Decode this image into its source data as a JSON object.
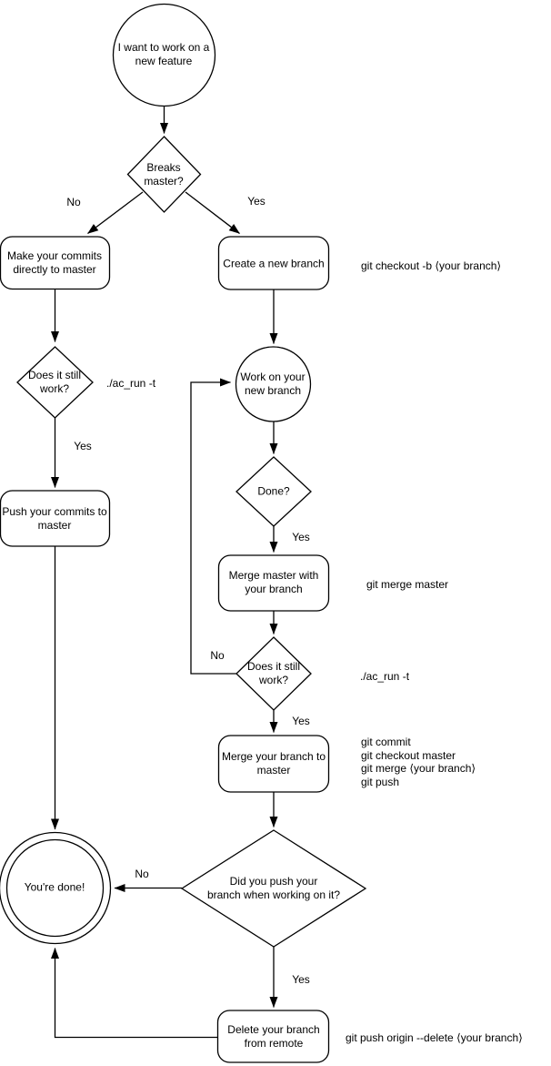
{
  "nodes": {
    "start": "I want to work on a\nnew feature",
    "breaks_master": "Breaks\nmaster?",
    "make_commits": "Make your commits\ndirectly to master",
    "create_branch": "Create a new branch",
    "still_work_left": "Does it still\nwork?",
    "push_commits": "Push your commits to\nmaster",
    "work_branch": "Work on your\nnew branch",
    "done_q": "Done?",
    "merge_master": "Merge master with\nyour branch",
    "still_work_mid": "Does it still\nwork?",
    "merge_branch": "Merge your branch to\nmaster",
    "did_push": "Did you push your\nbranch when working on it?",
    "youre_done": "You're done!",
    "delete_remote": "Delete your branch\nfrom remote"
  },
  "edge_labels": {
    "breaks_no": "No",
    "breaks_yes": "Yes",
    "still_left_yes": "Yes",
    "done_yes": "Yes",
    "still_mid_no": "No",
    "still_mid_yes": "Yes",
    "did_push_no": "No",
    "did_push_yes": "Yes"
  },
  "annotations": {
    "create_branch_cmd": "git checkout -b ⟨your branch⟩",
    "test_cmd_left": "./ac_run -t",
    "merge_master_cmd": "git merge master",
    "test_cmd_mid": "./ac_run -t",
    "merge_branch_cmds": [
      "git commit",
      "git checkout master",
      "git merge ⟨your branch⟩",
      "git push"
    ],
    "delete_remote_cmd": "git push origin --delete ⟨your branch⟩"
  },
  "colors": {
    "stroke": "#000000",
    "fill": "#ffffff",
    "text": "#000000"
  }
}
